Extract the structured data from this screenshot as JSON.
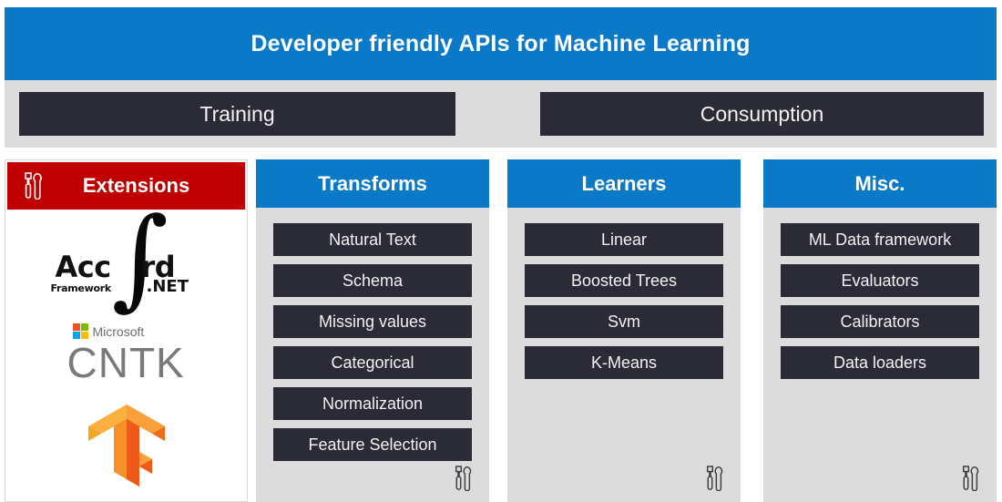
{
  "header": {
    "title": "Developer friendly APIs for Machine Learning",
    "banner_color": "#0a79c8"
  },
  "phases": [
    {
      "label": "Training"
    },
    {
      "label": "Consumption"
    }
  ],
  "extensions_panel": {
    "title": "Extensions",
    "header_color": "#c00000",
    "icon": "tools-icon",
    "logos": [
      {
        "name": "accord-net-logo",
        "word_left": "Acc",
        "word_right": "rd",
        "integral_glyph": "∫",
        "framework_text": "Framework",
        "dotnet_text": ".NET"
      },
      {
        "name": "microsoft-cntk-logo",
        "brand": "Microsoft",
        "product": "CNTK",
        "square_colors": [
          "#f25022",
          "#7fba00",
          "#00a4ef",
          "#ffb900"
        ]
      },
      {
        "name": "tensorflow-logo",
        "colors": [
          "#f6a623",
          "#ef6c1a",
          "#f78f2a"
        ]
      }
    ]
  },
  "categories": [
    {
      "title": "Transforms",
      "header_color": "#0a79c8",
      "icon": "tools-icon",
      "items": [
        "Natural Text",
        "Schema",
        "Missing values",
        "Categorical",
        "Normalization",
        "Feature Selection"
      ]
    },
    {
      "title": "Learners",
      "header_color": "#0a79c8",
      "icon": "tools-icon",
      "items": [
        "Linear",
        "Boosted Trees",
        "Svm",
        "K-Means"
      ]
    },
    {
      "title": "Misc.",
      "header_color": "#0a79c8",
      "icon": "tools-icon",
      "items": [
        "ML Data framework",
        "Evaluators",
        "Calibrators",
        "Data loaders"
      ]
    }
  ]
}
